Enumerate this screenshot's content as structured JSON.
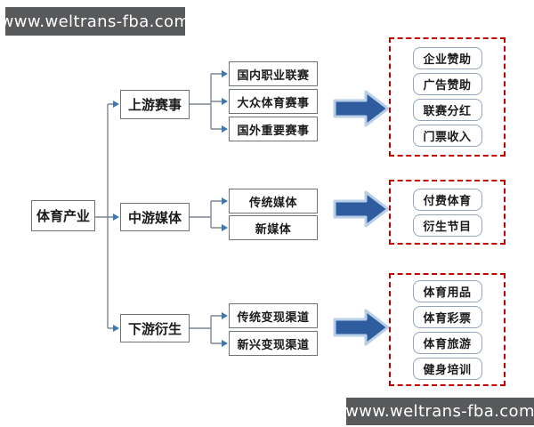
{
  "banners": {
    "top": "www.weltrans-fba.com",
    "bottom": "www.weltrans-fba.com"
  },
  "diagram": {
    "root": "体育产业",
    "branches": [
      {
        "label": "上游赛事",
        "children": [
          "国内职业联赛",
          "大众体育赛事",
          "国外重要赛事"
        ],
        "outcomes": [
          "企业赞助",
          "广告赞助",
          "联赛分红",
          "门票收入"
        ]
      },
      {
        "label": "中游媒体",
        "children": [
          "传统媒体",
          "新媒体"
        ],
        "outcomes": [
          "付费体育",
          "衍生节目"
        ]
      },
      {
        "label": "下游衍生",
        "children": [
          "传统变现渠道",
          "新兴变现渠道"
        ],
        "outcomes": [
          "体育用品",
          "体育彩票",
          "体育旅游",
          "健身培训"
        ]
      }
    ]
  },
  "icons": {
    "flow_arrow": "right-block-arrow",
    "connector_arrowhead": "small-right-triangle"
  },
  "colors": {
    "banner_bg": "#58595b",
    "banner_text": "#ffffff",
    "flow_arrow_fill": "#2e5c9e",
    "flow_arrow_halo": "#b9cfe8",
    "dashed_box_border": "#c00000",
    "node_border": "#6f7478",
    "pill_border": "#93a5ba",
    "connector_line": "#7f8694",
    "connector_arrow": "#3c78b4"
  }
}
